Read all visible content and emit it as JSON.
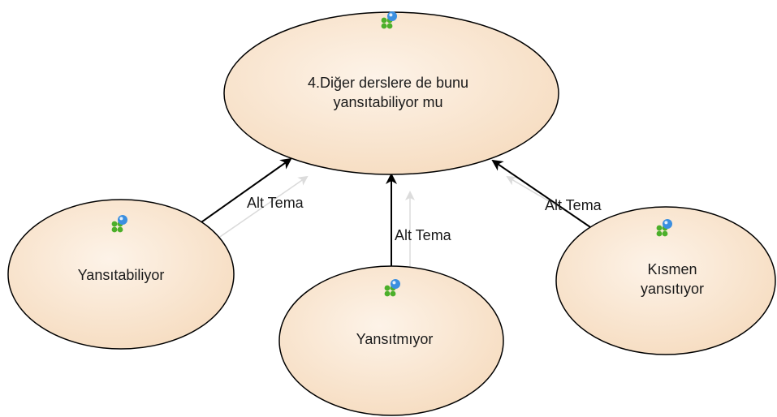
{
  "colors": {
    "node_fill_light": "#fdf3e8",
    "node_fill_dark": "#f6dcc0",
    "node_stroke": "#000000",
    "edge": "#000000",
    "edge_ghost": "#d8d8d8",
    "icon_green": "#4caf2a",
    "icon_blue": "#3b8fe0"
  },
  "root": {
    "icon": "concept-icon",
    "lines": [
      "4.Diğer derslere de bunu",
      "yansıtabiliyor mu"
    ]
  },
  "children": [
    {
      "icon": "concept-icon",
      "lines": [
        "Yansıtabiliyor"
      ],
      "edge_label": "Alt Tema"
    },
    {
      "icon": "concept-icon",
      "lines": [
        "Yansıtmıyor"
      ],
      "edge_label": "Alt Tema"
    },
    {
      "icon": "concept-icon",
      "lines": [
        "Kısmen",
        "yansıtıyor"
      ],
      "edge_label": "Alt Tema"
    }
  ]
}
